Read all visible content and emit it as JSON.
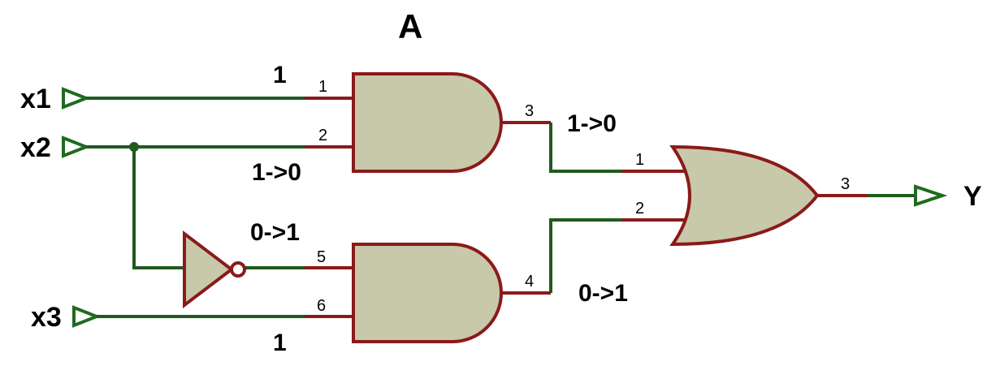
{
  "title": "A",
  "inputs": {
    "x1": "x1",
    "x2": "x2",
    "x3": "x3"
  },
  "output": "Y",
  "signals": {
    "x1_value": "1",
    "x2_value": "1->0",
    "not_out_value": "0->1",
    "x3_value": "1",
    "and1_out_value": "1->0",
    "and2_out_value": "0->1"
  },
  "pins": {
    "and1_in1": "1",
    "and1_in2": "2",
    "and1_out": "3",
    "and2_in1": "5",
    "and2_in2": "6",
    "and2_out": "4",
    "or_in1": "1",
    "or_in2": "2",
    "or_out": "3"
  },
  "colors": {
    "wire": "#1f5a1f",
    "pin": "#8b1a1a",
    "gate_fill": "#c8c8aa"
  }
}
